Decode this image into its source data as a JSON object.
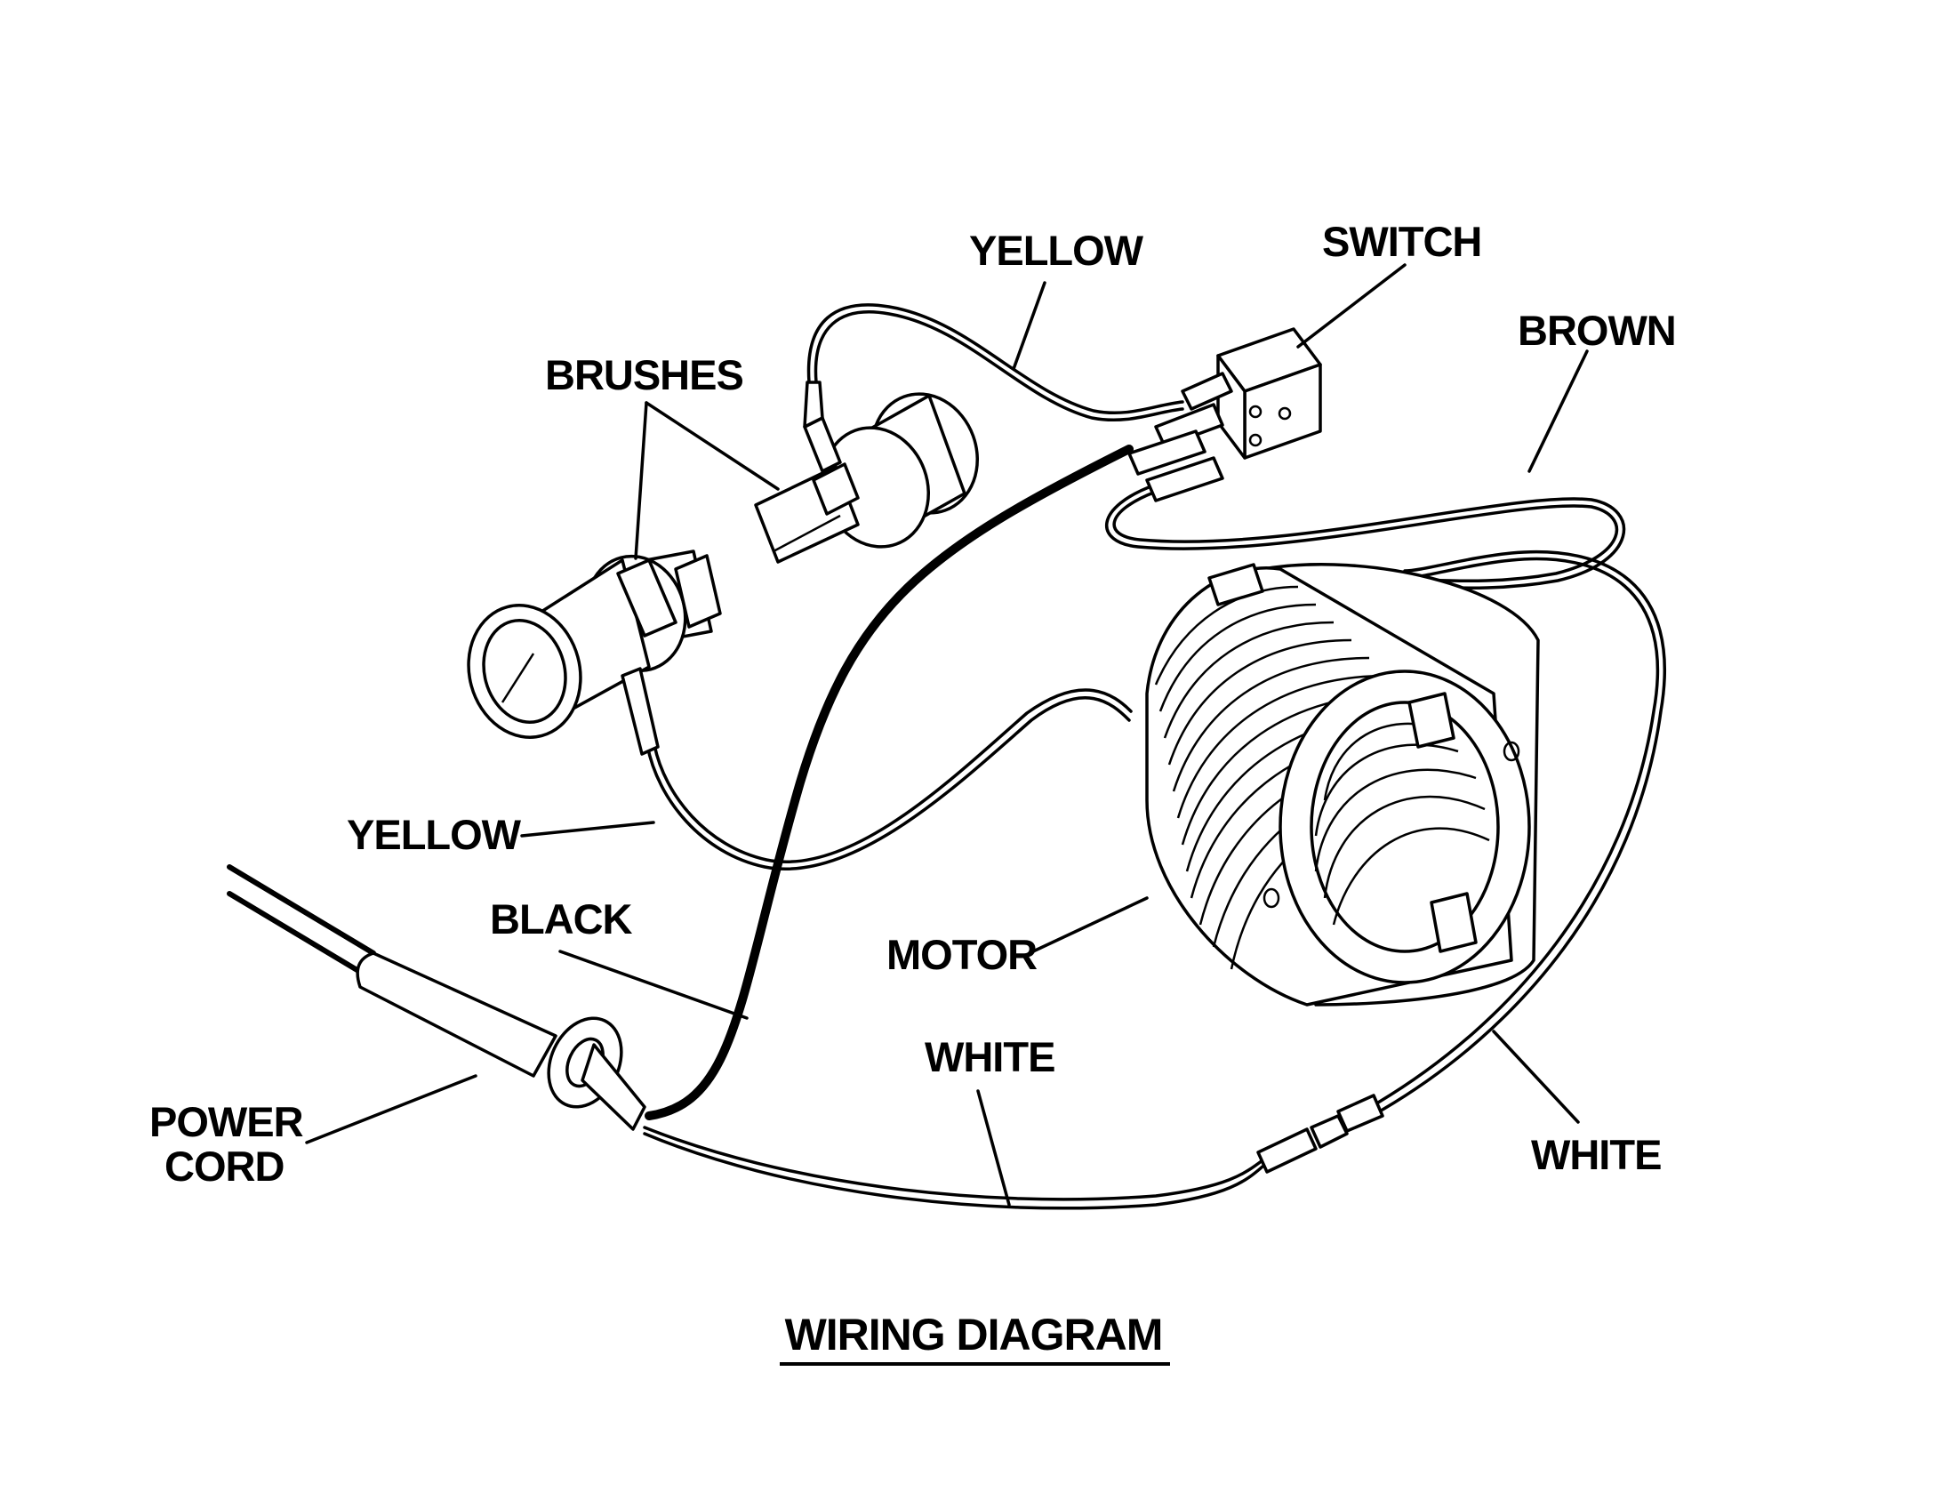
{
  "title": "WIRING DIAGRAM",
  "labels": {
    "yellow_top": "YELLOW",
    "switch": "SWITCH",
    "brown": "BROWN",
    "brushes": "BRUSHES",
    "yellow_left": "YELLOW",
    "black": "BLACK",
    "motor": "MOTOR",
    "white_mid": "WHITE",
    "white_right": "WHITE",
    "power_line1": "POWER",
    "power_line2": "CORD"
  }
}
